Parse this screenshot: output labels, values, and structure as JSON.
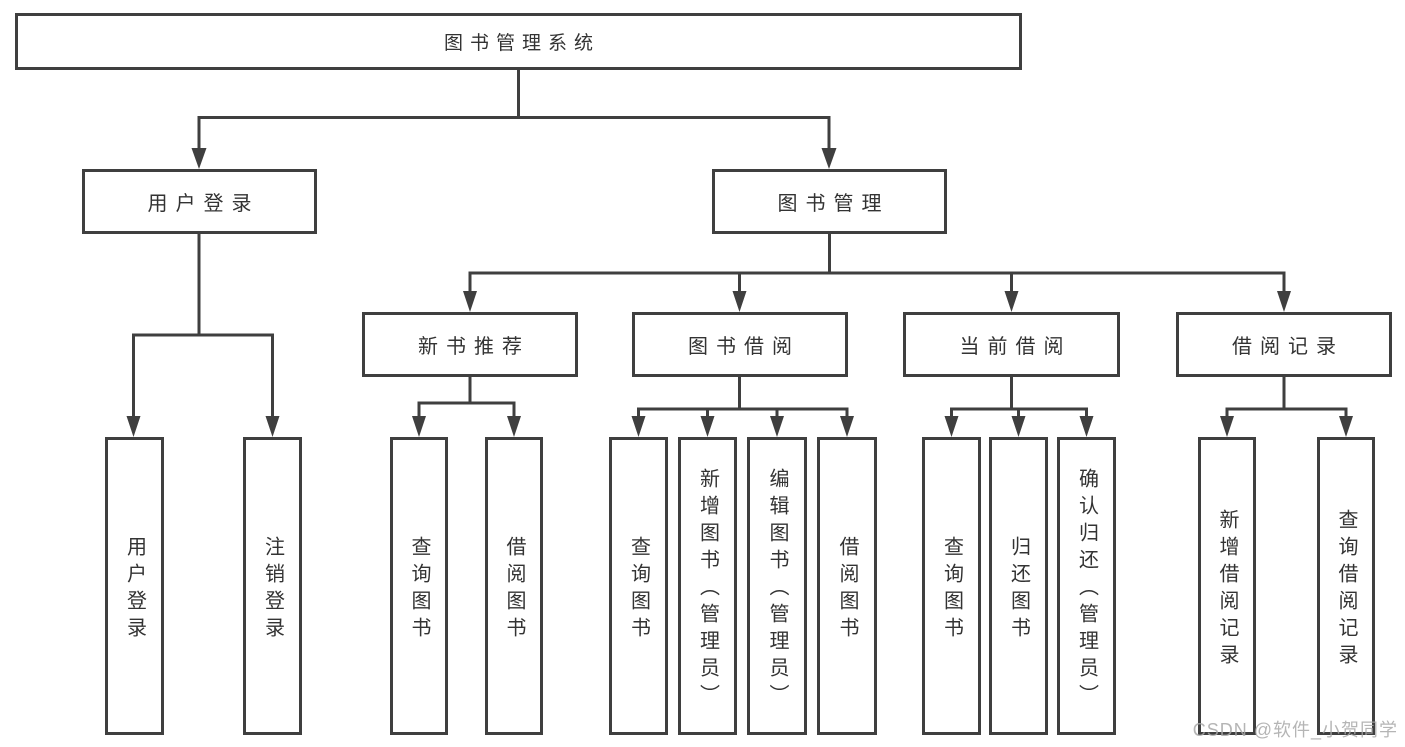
{
  "diagram": {
    "root": {
      "label": "图书管理系统"
    },
    "userLogin": {
      "label": "用户登录",
      "children": [
        "用户登录",
        "注销登录"
      ]
    },
    "bookMgmt": {
      "label": "图书管理",
      "newBooks": {
        "label": "新书推荐",
        "children": [
          "查询图书",
          "借阅图书"
        ]
      },
      "borrowing": {
        "label": "图书借阅",
        "children": [
          "查询图书",
          "新增图书（管理员）",
          "编辑图书（管理员）",
          "借阅图书"
        ]
      },
      "current": {
        "label": "当前借阅",
        "children": [
          "查询图书",
          "归还图书",
          "确认归还（管理员）"
        ]
      },
      "records": {
        "label": "借阅记录",
        "children": [
          "新增借阅记录",
          "查询借阅记录"
        ]
      }
    }
  },
  "style": {
    "line_color": "#3f3f3f",
    "text_color": "#333333",
    "background": "#ffffff",
    "watermark_color": "#a9a9a9"
  },
  "watermark": {
    "text": "CSDN @软件_小贺同学"
  }
}
